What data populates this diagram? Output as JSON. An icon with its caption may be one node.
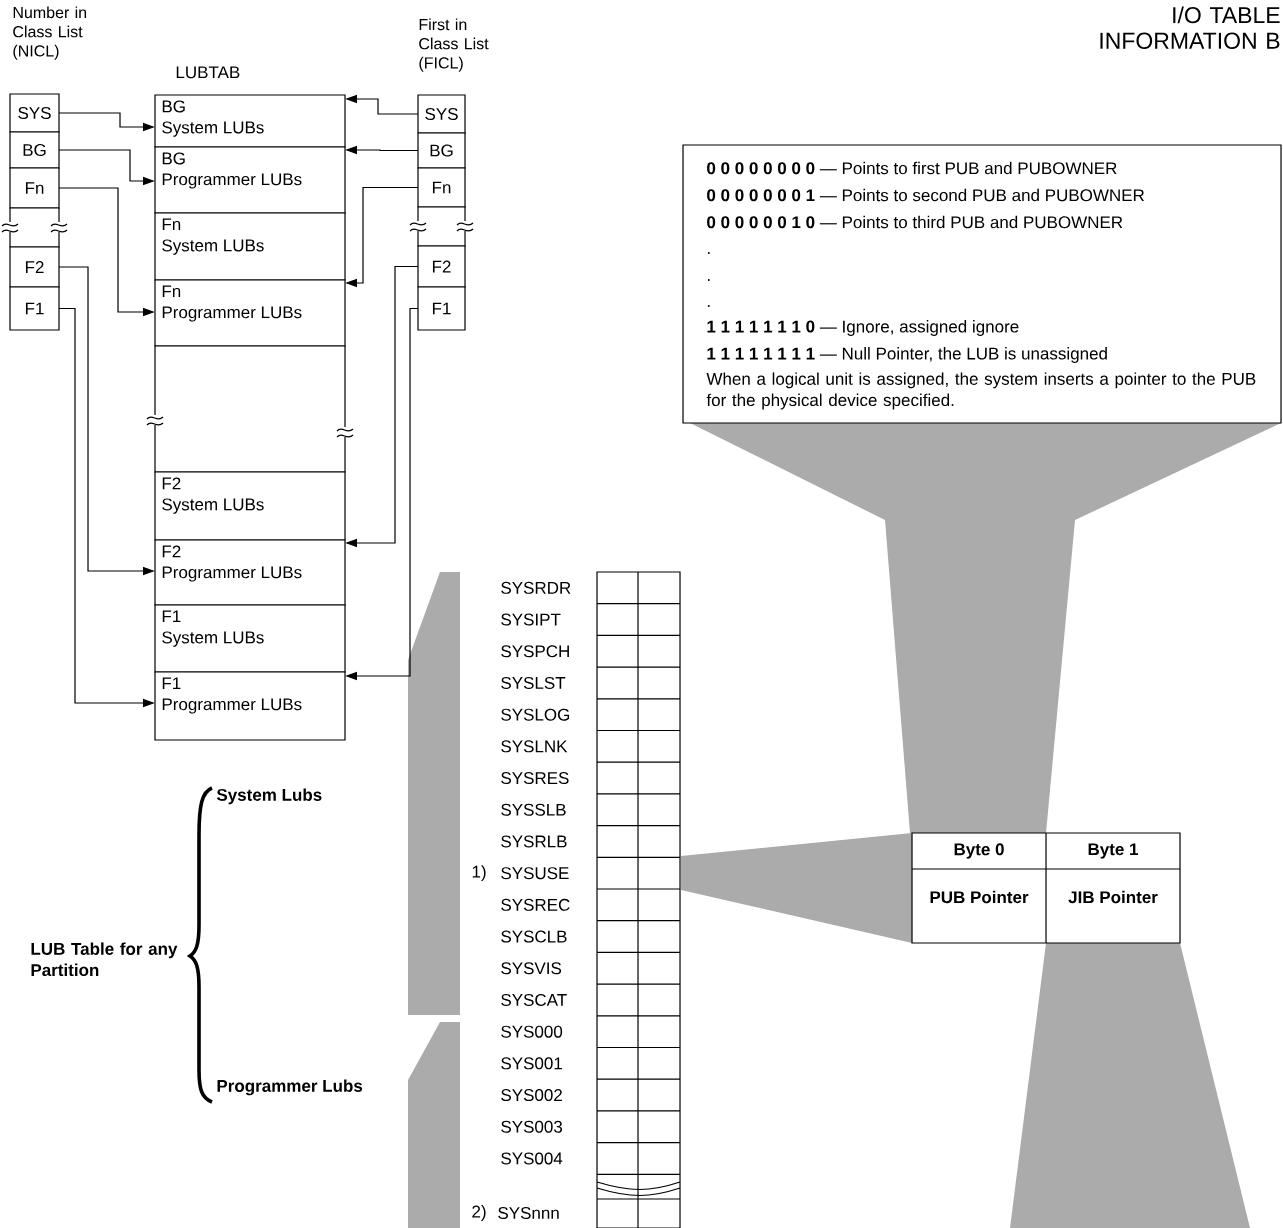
{
  "diagram": {
    "title": "I/O TABLE INFORMATION B",
    "nodes": [
      {
        "text": [
          "SYS"
        ]
      },
      {
        "text": [
          "BG"
        ]
      },
      {
        "text": [
          "Fn"
        ]
      },
      {
        "text": [],
        "shape": "box"
      },
      {
        "text": [
          "F2"
        ]
      },
      {
        "text": [
          "F1"
        ]
      },
      {
        "text": [
          "BG",
          "System LUBs"
        ]
      },
      {
        "text": [
          "BG",
          "Programmer LUBs"
        ]
      },
      {
        "text": [
          "Fn",
          "System LUBs"
        ]
      },
      {
        "text": [
          "Fn",
          "Programmer LUBs"
        ]
      },
      {
        "text": [],
        "shape": "box"
      },
      {
        "text": [
          "F2",
          "System LUBs"
        ]
      },
      {
        "text": [
          "F2",
          "Programmer LUBs"
        ]
      },
      {
        "text": [
          "F1",
          "System LUBs"
        ]
      },
      {
        "text": [
          "F1",
          "Programmer LUBs"
        ]
      },
      {
        "text": [
          "SYS"
        ]
      },
      {
        "text": [
          "BG"
        ]
      },
      {
        "text": [
          "Fn"
        ]
      },
      {
        "text": [],
        "shape": "box"
      },
      {
        "text": [
          "F2"
        ]
      },
      {
        "text": [
          "F1"
        ]
      },
      {
        "text": [
          "Byte 0",
          "Byte 1",
          "PUB Pointer",
          "JIB Pointer"
        ]
      },
      {
        "text": [
          "**0 0 0 0 0 0 0 0** — Points to first PUB and PUBOWNER",
          "**0 0 0 0 0 0 0 1** — Points to second PUB and PUBOWNER",
          "**0 0 0 0 0 0 1 0** — Points to third PUB and PUBOWNER",
          ".",
          ".",
          ".",
          "**1 1 1 1 1 1 1 0** — Ignore, assigned ignore",
          "**1 1 1 1 1 1 1 1** — Null Pointer, the LUB is unassigned",
          "When a logical unit is assigned, the system inserts a pointer to the PUB for the physical device specified."
        ]
      }
    ],
    "edges": [
      {
        "from": 0,
        "to": 6,
        "arrow": "to"
      },
      {
        "from": 1,
        "to": 7,
        "arrow": "to"
      },
      {
        "from": 2,
        "to": 9,
        "arrow": "to"
      },
      {
        "from": 4,
        "to": 12,
        "arrow": "to"
      },
      {
        "from": 5,
        "to": 14,
        "arrow": "to"
      },
      {
        "from": 15,
        "to": 6,
        "arrow": "to"
      },
      {
        "from": 16,
        "to": 7,
        "arrow": "to"
      },
      {
        "from": 17,
        "to": 9,
        "arrow": "to"
      },
      {
        "from": 19,
        "to": 12,
        "arrow": "to"
      },
      {
        "from": 20,
        "to": 14,
        "arrow": "to"
      }
    ],
    "labels": [
      "Number in Class List (NICL)",
      "First in Class List (FICL)",
      "LUBTAB",
      "SYSRDR",
      "SYSIPT",
      "SYSPCH",
      "SYSLST",
      "SYSLOG",
      "SYSLNK",
      "SYSRES",
      "SYSSLB",
      "SYSRLB",
      "1)",
      "SYSUSE",
      "SYSREC",
      "SYSCLB",
      "SYSVIS",
      "SYSCAT",
      "SYS000",
      "SYS001",
      "SYS002",
      "SYS003",
      "SYS004",
      "2)",
      "SYSnnn",
      "System Lubs",
      "LUB Table for any Partition",
      "Programmer Lubs"
    ]
  }
}
